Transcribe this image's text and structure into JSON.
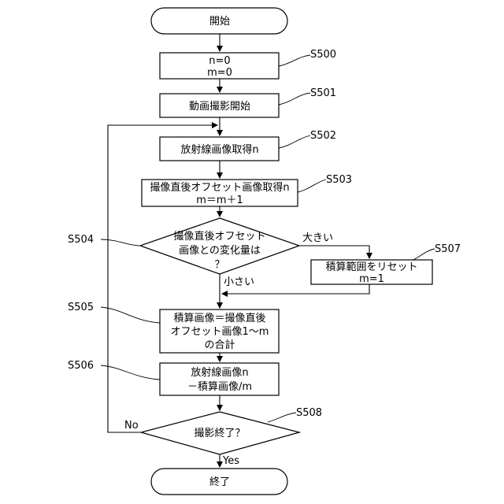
{
  "nodes": {
    "start": {
      "lines": [
        "開始"
      ]
    },
    "s500": {
      "step": "S500",
      "lines": [
        "n=0",
        "m=0"
      ]
    },
    "s501": {
      "step": "S501",
      "lines": [
        "動画撮影開始"
      ]
    },
    "s502": {
      "step": "S502",
      "lines": [
        "放射線画像取得n"
      ]
    },
    "s503": {
      "step": "S503",
      "lines": [
        "撮像直後オフセット画像取得n",
        "m＝m＋1"
      ]
    },
    "s504": {
      "step": "S504",
      "lines": [
        "撮像直後オフセット",
        "画像との変化量は",
        "？"
      ]
    },
    "s505": {
      "step": "S505",
      "lines": [
        "積算画像＝撮像直後",
        "オフセット画像1～m",
        "の合計"
      ]
    },
    "s506": {
      "step": "S506",
      "lines": [
        "放射線画像n",
        "－積算画像/m"
      ]
    },
    "s507": {
      "step": "S507",
      "lines": [
        "積算範囲をリセット",
        "m=1"
      ]
    },
    "s508": {
      "step": "S508",
      "lines": [
        "撮影終了？"
      ]
    },
    "end": {
      "lines": [
        "終了"
      ]
    }
  },
  "edge_labels": {
    "large": "大きい",
    "small": "小さい",
    "no": "No",
    "yes": "Yes"
  }
}
